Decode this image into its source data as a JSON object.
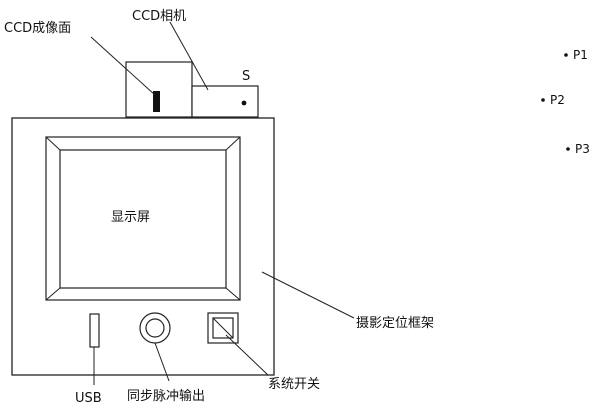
{
  "labels": {
    "ccd_surface": "CCD成像面",
    "ccd_camera": "CCD相机",
    "s_marker": "S",
    "display": "显示屏",
    "frame": "摄影定位框架",
    "usb": "USB",
    "sync_output": "同步脉冲输出",
    "system_switch": "系统开关",
    "p1": "P1",
    "p2": "P2",
    "p3": "P3"
  }
}
